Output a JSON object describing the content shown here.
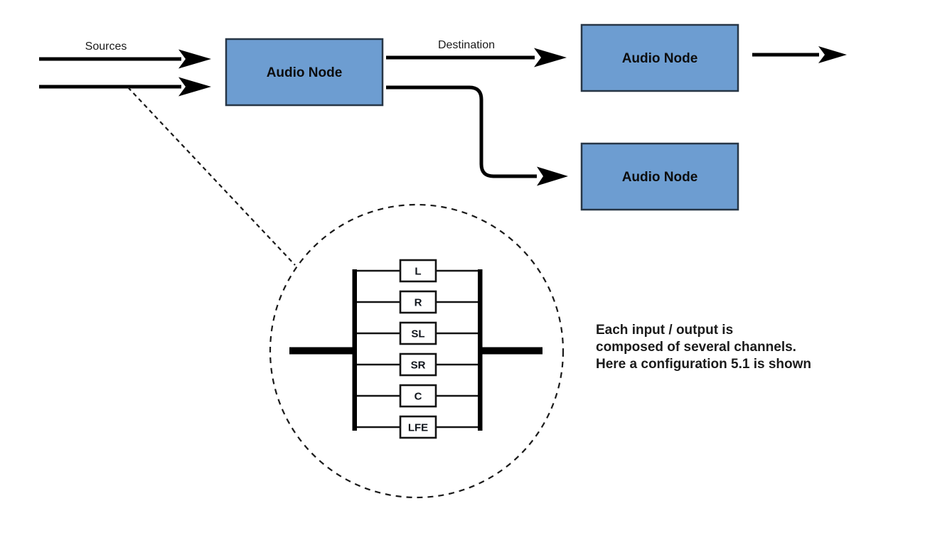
{
  "labels": {
    "sources": "Sources",
    "destination": "Destination"
  },
  "nodes": [
    {
      "label": "Audio Node"
    },
    {
      "label": "Audio Node"
    },
    {
      "label": "Audio Node"
    }
  ],
  "magnifier": {
    "channels": [
      "L",
      "R",
      "SL",
      "SR",
      "C",
      "LFE"
    ]
  },
  "annotation": {
    "lines": [
      "Each input / output is",
      "composed of several channels.",
      "Here a configuration 5.1 is shown"
    ]
  },
  "colors": {
    "node_fill": "#6d9dd1",
    "node_border": "#273646",
    "line": "#000000",
    "channel_box_fill": "#ffffff",
    "background": "#ffffff"
  }
}
